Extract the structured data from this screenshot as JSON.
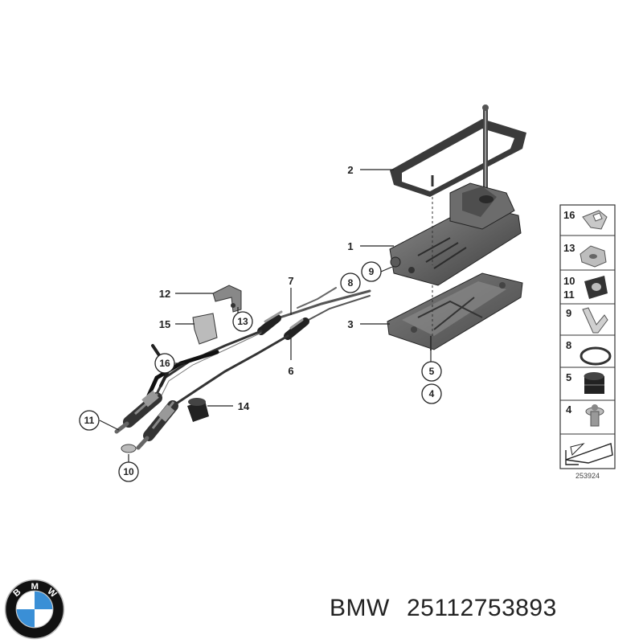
{
  "callouts": {
    "c1": "1",
    "c2": "2",
    "c3": "3",
    "c4": "4",
    "c5": "5",
    "c6": "6",
    "c7": "7",
    "c8": "8",
    "c9": "9",
    "c10": "10",
    "c11": "11",
    "c12": "12",
    "c13": "13",
    "c14": "14",
    "c15": "15",
    "c16": "16"
  },
  "side_panel": {
    "rows": [
      "16",
      "13",
      "10",
      "11",
      "9",
      "8",
      "5",
      "4"
    ]
  },
  "diagram_id": "253924",
  "caption": {
    "brand": "BMW",
    "part_number": "25112753893"
  },
  "logo": {
    "letters": [
      "B",
      "M",
      "W"
    ],
    "colors": {
      "blue": "#3a8fd6",
      "black": "#111111",
      "white": "#ffffff"
    }
  }
}
